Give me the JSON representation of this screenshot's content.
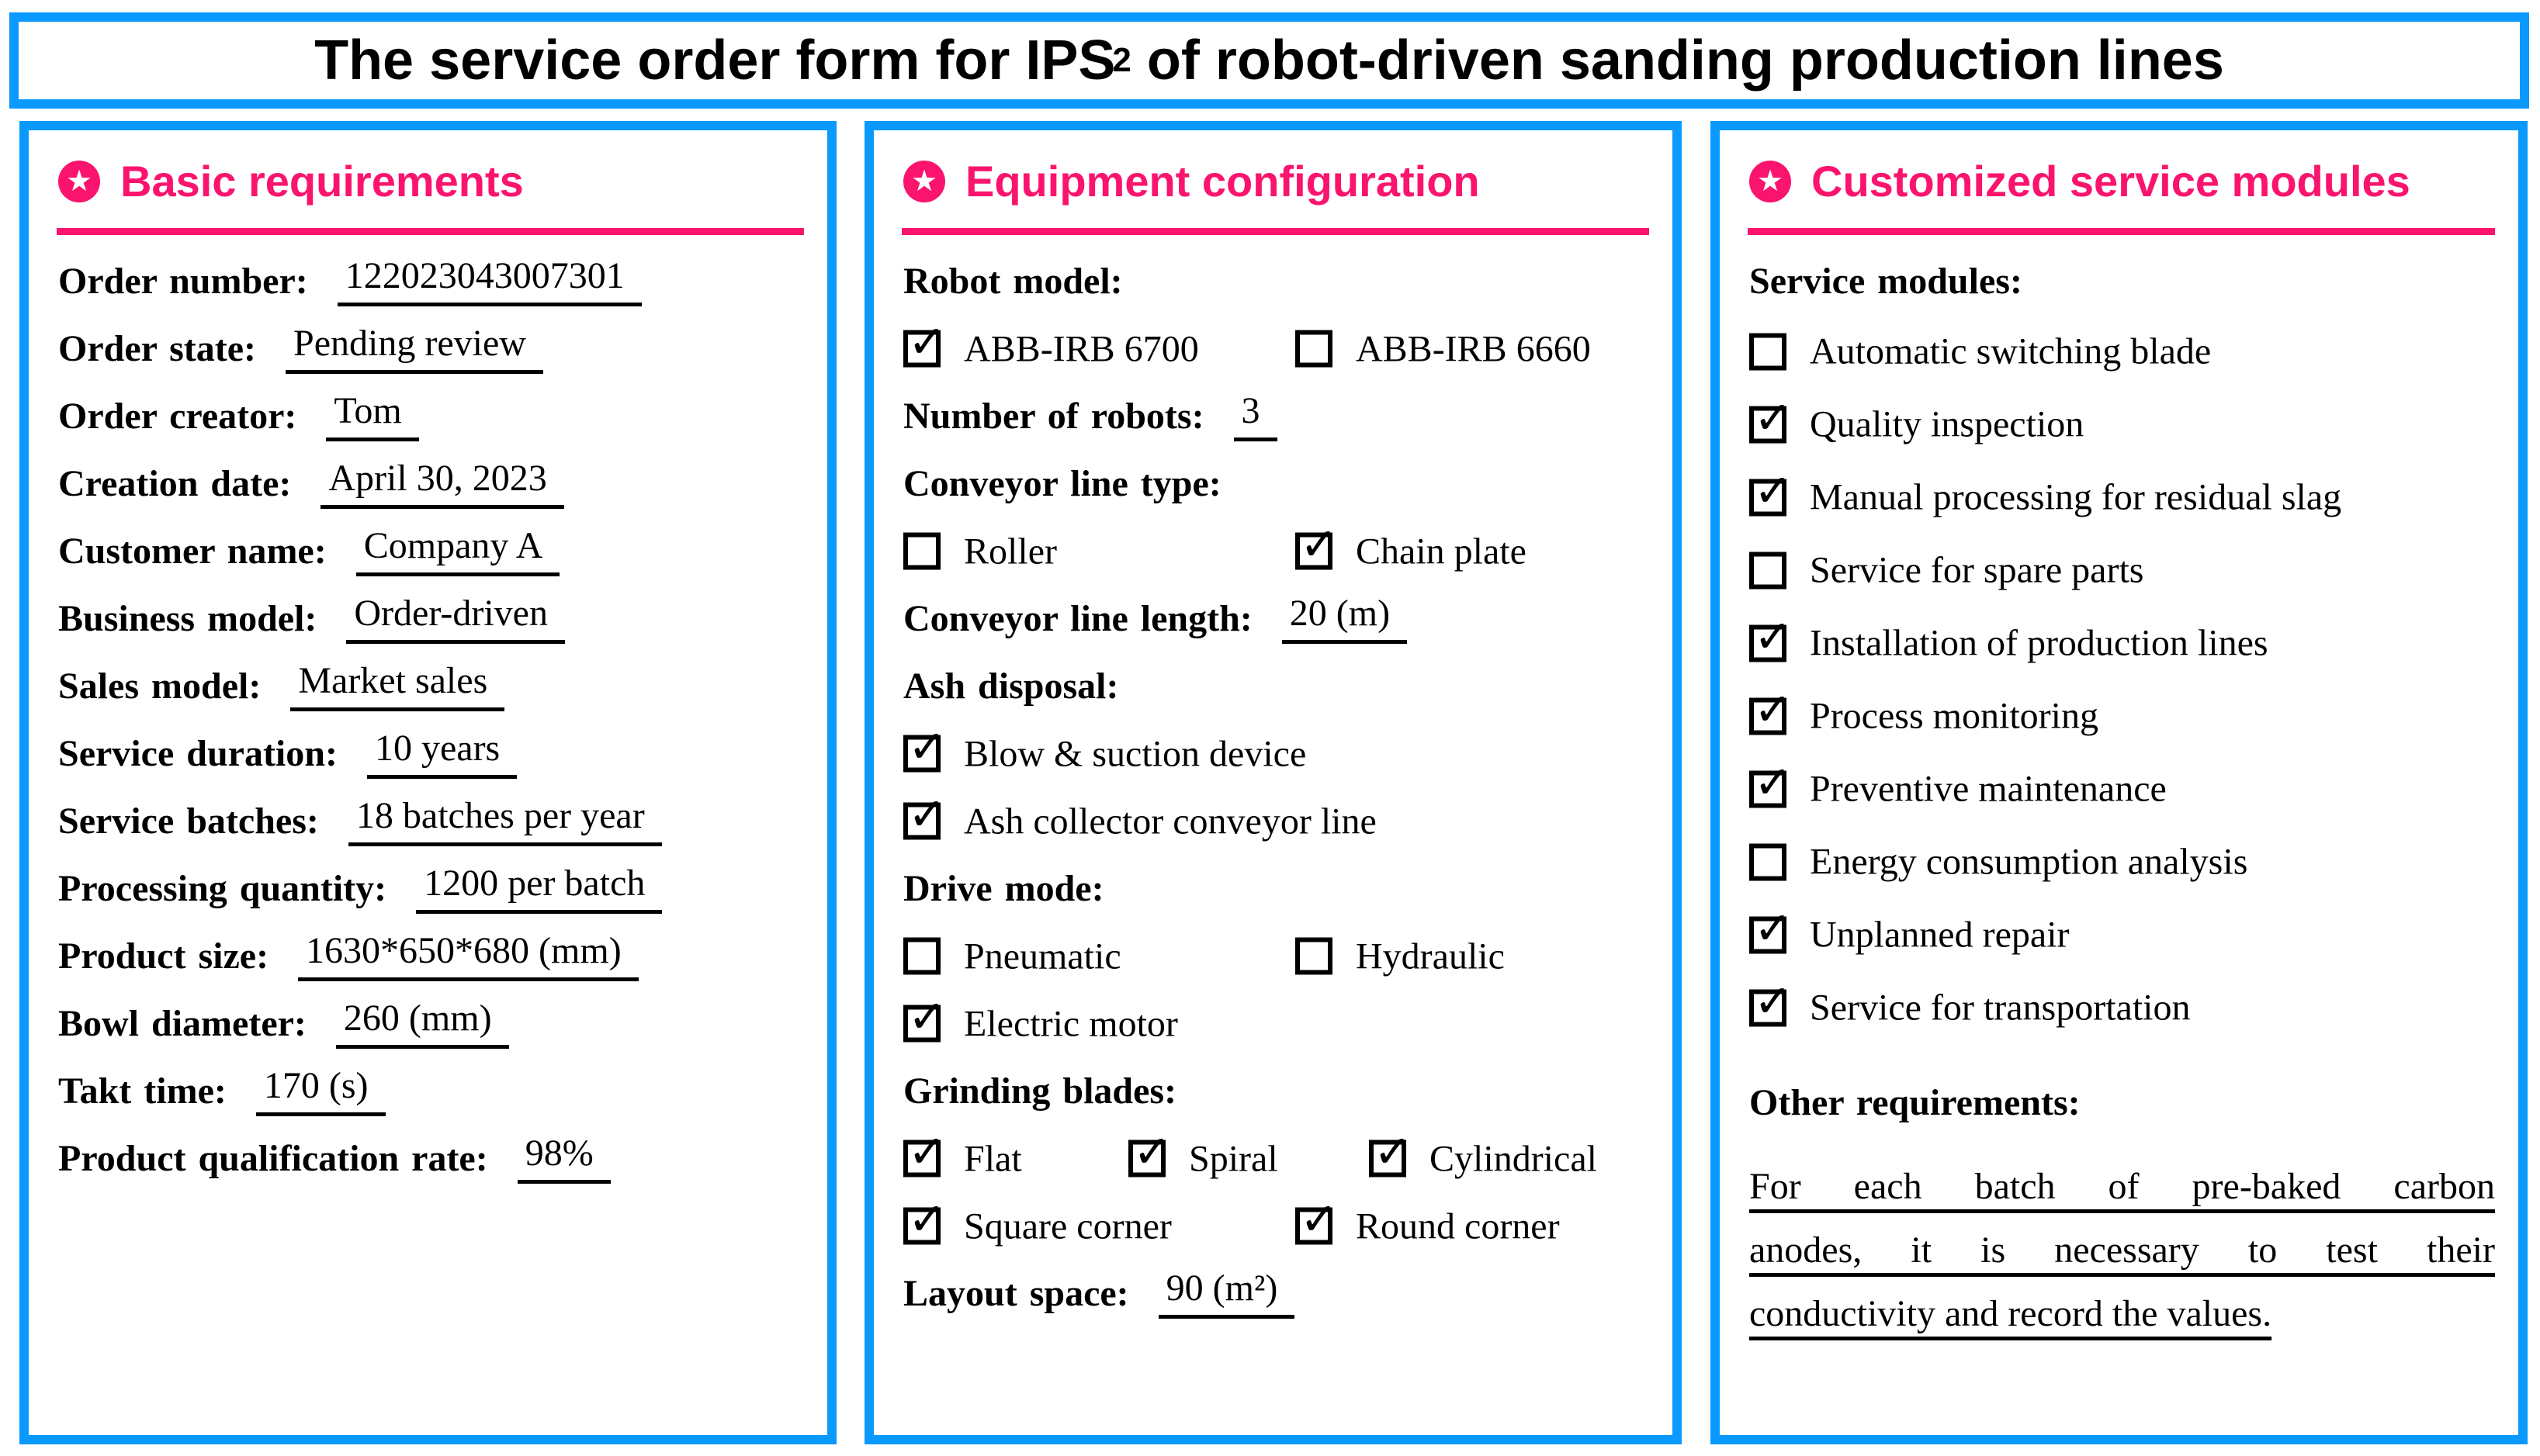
{
  "colors": {
    "accent_pink": "#FA146E",
    "border_blue": "#0A99FF",
    "text": "#000000"
  },
  "icons": {
    "section_marker": "circled-star",
    "checkbox_checked": "✓"
  },
  "title": {
    "prefix": "The service order form for IPS",
    "sup": "2",
    "suffix": " of robot-driven sanding production lines"
  },
  "panels": {
    "basic": {
      "header": "Basic requirements",
      "fields": [
        {
          "label": "Order number:",
          "value": "122023043007301"
        },
        {
          "label": "Order state:",
          "value": "Pending review"
        },
        {
          "label": "Order creator:",
          "value": "Tom"
        },
        {
          "label": "Creation date:",
          "value": "April 30, 2023"
        },
        {
          "label": "Customer name:",
          "value": "Company A"
        },
        {
          "label": "Business model:",
          "value": "Order-driven"
        },
        {
          "label": "Sales model:",
          "value": "Market sales"
        },
        {
          "label": "Service duration:",
          "value": "10 years"
        },
        {
          "label": "Service batches:",
          "value": "18 batches per year"
        },
        {
          "label": "Processing quantity:",
          "value": "1200 per batch"
        },
        {
          "label": "Product size:",
          "value": "1630*650*680 (mm)"
        },
        {
          "label": "Bowl diameter:",
          "value": "260 (mm)"
        },
        {
          "label": "Takt time:",
          "value": "170 (s)"
        },
        {
          "label": "Product qualification rate:",
          "value": "98%"
        }
      ]
    },
    "equipment": {
      "header": "Equipment configuration",
      "rows": [
        {
          "label": "Robot model:"
        },
        {
          "items": [
            {
              "checked": true,
              "text": "ABB-IRB 6700"
            },
            {
              "checked": false,
              "text": "ABB-IRB 6660"
            }
          ]
        },
        {
          "label": "Number of robots:",
          "value": "3"
        },
        {
          "label": "Conveyor line type:"
        },
        {
          "items": [
            {
              "checked": false,
              "text": "Roller"
            },
            {
              "checked": true,
              "text": "Chain plate"
            }
          ]
        },
        {
          "label": "Conveyor line length:",
          "value": "20 (m)"
        },
        {
          "label": "Ash disposal:"
        },
        {
          "items": [
            {
              "checked": true,
              "text": "Blow & suction device"
            }
          ]
        },
        {
          "items": [
            {
              "checked": true,
              "text": "Ash collector conveyor line"
            }
          ]
        },
        {
          "label": "Drive mode:"
        },
        {
          "items": [
            {
              "checked": false,
              "text": "Pneumatic"
            },
            {
              "checked": false,
              "text": "Hydraulic"
            }
          ]
        },
        {
          "items": [
            {
              "checked": true,
              "text": "Electric motor"
            }
          ]
        },
        {
          "label": "Grinding blades:"
        },
        {
          "items": [
            {
              "checked": true,
              "text": "Flat"
            },
            {
              "checked": true,
              "text": "Spiral"
            },
            {
              "checked": true,
              "text": "Cylindrical"
            }
          ]
        },
        {
          "items": [
            {
              "checked": true,
              "text": "Square corner"
            },
            {
              "checked": true,
              "text": "Round corner"
            }
          ]
        },
        {
          "label": "Layout space:",
          "value": "90 (m²)"
        }
      ]
    },
    "custom": {
      "header": "Customized service modules",
      "modules_label": "Service modules:",
      "items": [
        {
          "checked": false,
          "text": "Automatic switching blade"
        },
        {
          "checked": true,
          "text": "Quality inspection"
        },
        {
          "checked": true,
          "text": "Manual processing for residual slag"
        },
        {
          "checked": false,
          "text": "Service for spare parts"
        },
        {
          "checked": true,
          "text": "Installation of production lines"
        },
        {
          "checked": true,
          "text": "Process monitoring"
        },
        {
          "checked": true,
          "text": "Preventive maintenance"
        },
        {
          "checked": false,
          "text": "Energy consumption analysis"
        },
        {
          "checked": true,
          "text": "Unplanned repair"
        },
        {
          "checked": true,
          "text": "Service for transportation"
        }
      ],
      "other_label": "Other requirements:",
      "paragraph": [
        "For each batch of pre-baked carbon",
        "anodes, it is necessary to test their",
        "conductivity and record the values."
      ]
    }
  }
}
